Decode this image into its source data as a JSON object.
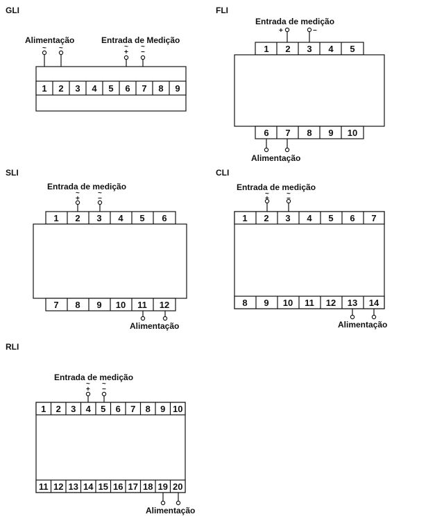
{
  "colors": {
    "line": "#111111",
    "background": "#ffffff"
  },
  "diagrams": {
    "gli": {
      "title": "GLI",
      "label_supply": "Alimentação",
      "label_input": "Entrada de Medição",
      "terminals": [
        "1",
        "2",
        "3",
        "4",
        "5",
        "6",
        "7",
        "8",
        "9"
      ],
      "sym_plus": "+",
      "sym_minus": "−",
      "sym_ac": "~",
      "sym_ac2": "~",
      "sym_ac3": "~",
      "sym_ac4": "~"
    },
    "fli": {
      "title": "FLI",
      "label_input": "Entrada de medição",
      "label_supply": "Alimentação",
      "top_terminals": [
        "1",
        "2",
        "3",
        "4",
        "5"
      ],
      "bottom_terminals": [
        "6",
        "7",
        "8",
        "9",
        "10"
      ],
      "sym_plus": "+",
      "sym_minus": "−"
    },
    "sli": {
      "title": "SLI",
      "label_input": "Entrada de medição",
      "label_supply": "Alimentação",
      "top_terminals": [
        "1",
        "2",
        "3",
        "4",
        "5",
        "6"
      ],
      "bottom_terminals": [
        "7",
        "8",
        "9",
        "10",
        "11",
        "12"
      ],
      "sym_plus": "+",
      "sym_minus": "−",
      "sym_ac": "~",
      "sym_ac2": "~"
    },
    "cli": {
      "title": "CLI",
      "label_input": "Entrada de medição",
      "label_supply": "Alimentação",
      "top_terminals": [
        "1",
        "2",
        "3",
        "4",
        "5",
        "6",
        "7"
      ],
      "bottom_terminals": [
        "8",
        "9",
        "10",
        "11",
        "12",
        "13",
        "14"
      ],
      "sym_plus": "+",
      "sym_minus": "−",
      "sym_ac": "~",
      "sym_ac2": "~"
    },
    "rli": {
      "title": "RLI",
      "label_input": "Entrada de medição",
      "label_supply": "Alimentação",
      "top_terminals": [
        "1",
        "2",
        "3",
        "4",
        "5",
        "6",
        "7",
        "8",
        "9",
        "10"
      ],
      "bottom_terminals": [
        "11",
        "12",
        "13",
        "14",
        "15",
        "16",
        "17",
        "18",
        "19",
        "20"
      ],
      "sym_plus": "+",
      "sym_minus": "−",
      "sym_ac": "~",
      "sym_ac2": "~"
    }
  }
}
